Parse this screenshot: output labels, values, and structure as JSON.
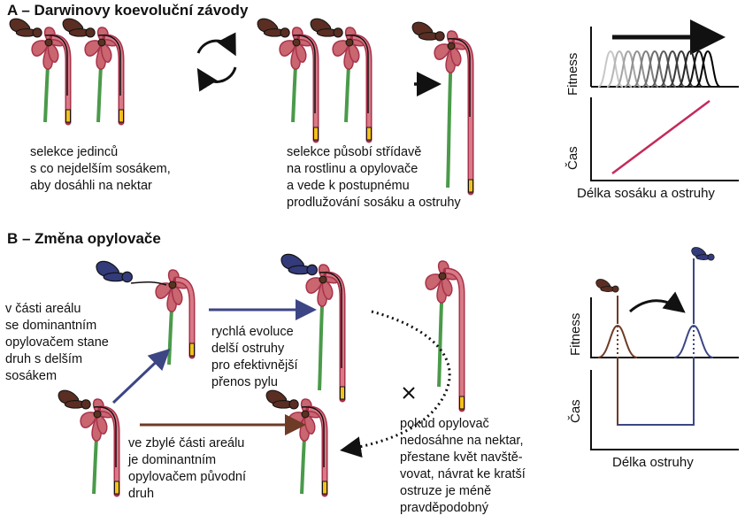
{
  "panel_a": {
    "heading": "A – Darwinovy koevoluční závody",
    "caption_left": [
      "selekce jedinců",
      "s co nejdelším sosákem,",
      "aby dosáhli na nektar"
    ],
    "caption_right": [
      "selekce působí střídavě",
      "na rostlinu a opylovače",
      "a vede k postupnému",
      "prodlužování sosáku a ostruhy"
    ],
    "graph": {
      "fitness_label": "Fitness",
      "time_label": "Čas",
      "x_label": "Délka sosáku a ostruhy"
    }
  },
  "panel_b": {
    "heading": "B – Změna opylovače",
    "caption_left": [
      "v části areálu",
      "se dominantním",
      "opylovačem stane",
      "druh s delším",
      "sosákem"
    ],
    "caption_mid_top": [
      "rychlá evoluce",
      "delší ostruhy",
      "pro efektivnější",
      "přenos pylu"
    ],
    "caption_bottom_left": [
      "ve zbylé části areálu",
      "je dominantním",
      "opylovačem původní",
      "druh"
    ],
    "caption_bottom_right": [
      "pokud opylovač",
      "nedosáhne na nektar,",
      "přestane květ navště-",
      "vovat, návrat ke kratší",
      "ostruze je méně",
      "pravděpodobný"
    ],
    "graph": {
      "fitness_label": "Fitness",
      "time_label": "Čas",
      "x_label": "Délka ostruhy"
    }
  },
  "colors": {
    "petal": "#c96670",
    "petal_edge": "#a8324b",
    "stem": "#4a9a4a",
    "spur": "#d97a86",
    "nectar": "#f2c21b",
    "moth_brown": "#5a2e22",
    "moth_blue": "#333b7a",
    "line_red": "#c42a5a",
    "arrow_brown": "#6e3b26",
    "arrow_blue": "#3c4685"
  }
}
